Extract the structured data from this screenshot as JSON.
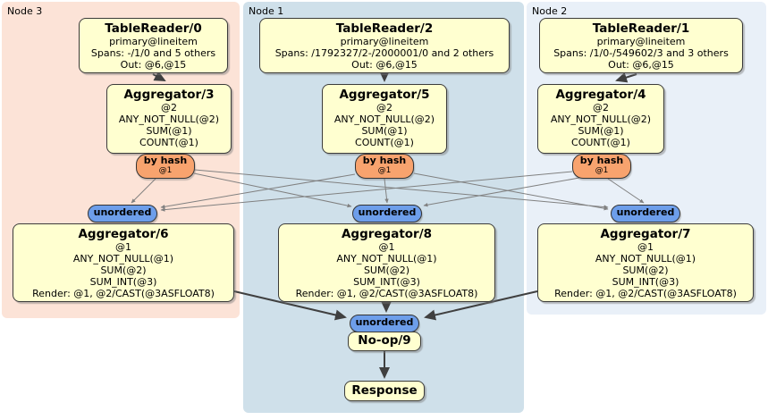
{
  "regions": {
    "node3": {
      "label": "Node 3"
    },
    "node1": {
      "label": "Node 1"
    },
    "node2": {
      "label": "Node 2"
    }
  },
  "boxes": {
    "tr0": {
      "title": "TableReader/0",
      "lines": [
        "primary@lineitem",
        "Spans: -/1/0 and 5 others",
        "Out: @6,@15"
      ]
    },
    "tr2": {
      "title": "TableReader/2",
      "lines": [
        "primary@lineitem",
        "Spans: /1792327/2-/2000001/0 and 2 others",
        "Out: @6,@15"
      ]
    },
    "tr1": {
      "title": "TableReader/1",
      "lines": [
        "primary@lineitem",
        "Spans: /1/0-/549602/3 and 3 others",
        "Out: @6,@15"
      ]
    },
    "agg3": {
      "title": "Aggregator/3",
      "lines": [
        "@2",
        "ANY_NOT_NULL(@2)",
        "SUM(@1)",
        "COUNT(@1)"
      ]
    },
    "agg5": {
      "title": "Aggregator/5",
      "lines": [
        "@2",
        "ANY_NOT_NULL(@2)",
        "SUM(@1)",
        "COUNT(@1)"
      ]
    },
    "agg4": {
      "title": "Aggregator/4",
      "lines": [
        "@2",
        "ANY_NOT_NULL(@2)",
        "SUM(@1)",
        "COUNT(@1)"
      ]
    },
    "agg6": {
      "title": "Aggregator/6",
      "lines": [
        "@1",
        "ANY_NOT_NULL(@1)",
        "SUM(@2)",
        "SUM_INT(@3)",
        "Render: @1, @2/CAST(@3ASFLOAT8)"
      ]
    },
    "agg8": {
      "title": "Aggregator/8",
      "lines": [
        "@1",
        "ANY_NOT_NULL(@1)",
        "SUM(@2)",
        "SUM_INT(@3)",
        "Render: @1, @2/CAST(@3ASFLOAT8)"
      ]
    },
    "agg7": {
      "title": "Aggregator/7",
      "lines": [
        "@1",
        "ANY_NOT_NULL(@1)",
        "SUM(@2)",
        "SUM_INT(@3)",
        "Render: @1, @2/CAST(@3ASFLOAT8)"
      ]
    },
    "noop": {
      "title": "No-op/9"
    },
    "response": {
      "title": "Response"
    }
  },
  "routers": {
    "r3": {
      "label": "by hash",
      "detail": "@1"
    },
    "r5": {
      "label": "by hash",
      "detail": "@1"
    },
    "r4": {
      "label": "by hash",
      "detail": "@1"
    }
  },
  "syncs": {
    "s6": {
      "label": "unordered"
    },
    "s8": {
      "label": "unordered"
    },
    "s7": {
      "label": "unordered"
    },
    "s9": {
      "label": "unordered"
    }
  },
  "colors": {
    "node3_bg": "#fce3d7",
    "node1_bg": "#cfe0ea",
    "node2_bg": "#e9f0f8",
    "processor_bg": "#ffffd0",
    "router_bg": "#f8a36e",
    "sync_bg": "#6d9eea",
    "edge_dark": "#404040",
    "edge_light": "#808080"
  }
}
